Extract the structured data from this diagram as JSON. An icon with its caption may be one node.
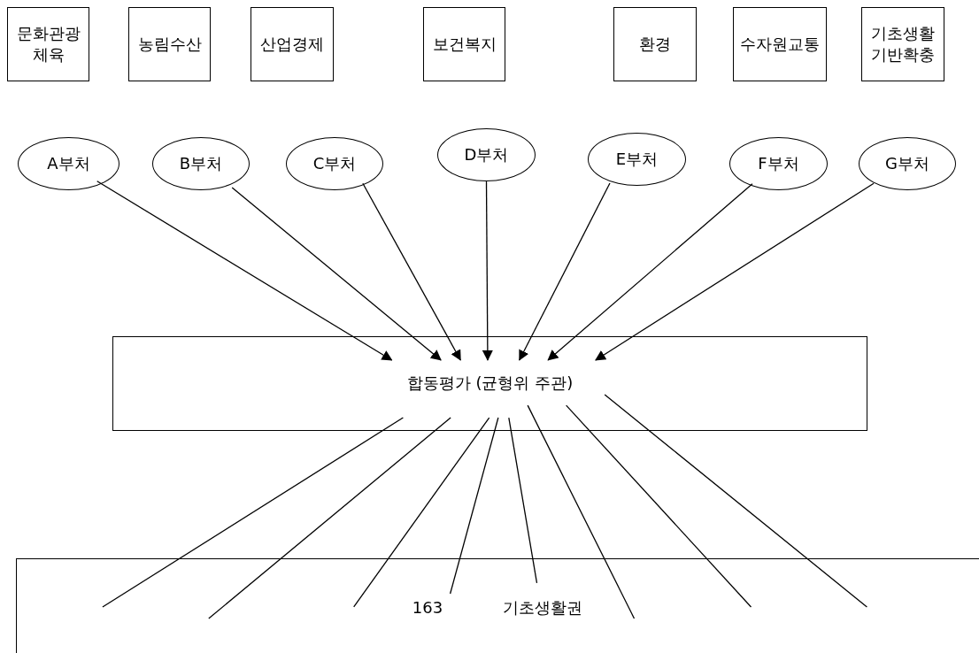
{
  "diagram": {
    "nodes": [
      {
        "text": [
          "문화관광 체육"
        ]
      },
      {
        "text": [
          "농림수산"
        ]
      },
      {
        "text": [
          "산업경제"
        ]
      },
      {
        "text": [
          "보건복지"
        ]
      },
      {
        "text": [
          "환경"
        ]
      },
      {
        "text": [
          "수자원교통"
        ]
      },
      {
        "text": [
          "기초생활 기반확충"
        ]
      },
      {
        "text": [
          "A부처"
        ]
      },
      {
        "text": [
          "B부처"
        ]
      },
      {
        "text": [
          "C부처"
        ]
      },
      {
        "text": [
          "D부처"
        ]
      },
      {
        "text": [
          "E부처"
        ]
      },
      {
        "text": [
          "F부처"
        ]
      },
      {
        "text": [
          "G부처"
        ]
      },
      {
        "text": [
          "합동평가 (균형위 주관)"
        ]
      },
      {
        "text": [
          "163",
          "기초생활권"
        ]
      }
    ],
    "edges": [
      {
        "from": 7,
        "to": 14,
        "arrow": "to"
      },
      {
        "from": 8,
        "to": 14,
        "arrow": "to"
      },
      {
        "from": 9,
        "to": 14,
        "arrow": "to"
      },
      {
        "from": 10,
        "to": 14,
        "arrow": "to"
      },
      {
        "from": 11,
        "to": 14,
        "arrow": "to"
      },
      {
        "from": 12,
        "to": 14,
        "arrow": "to"
      },
      {
        "from": 13,
        "to": 14,
        "arrow": "to"
      },
      {
        "from": 14,
        "to": 15,
        "arrow": "none"
      },
      {
        "from": 14,
        "to": 15,
        "arrow": "none"
      },
      {
        "from": 14,
        "to": 15,
        "arrow": "none"
      },
      {
        "from": 14,
        "to": 15,
        "arrow": "none"
      },
      {
        "from": 14,
        "to": 15,
        "arrow": "none"
      },
      {
        "from": 14,
        "to": 15,
        "arrow": "none"
      },
      {
        "from": 14,
        "to": 15,
        "arrow": "none"
      },
      {
        "from": 14,
        "to": 15,
        "arrow": "none"
      }
    ]
  }
}
